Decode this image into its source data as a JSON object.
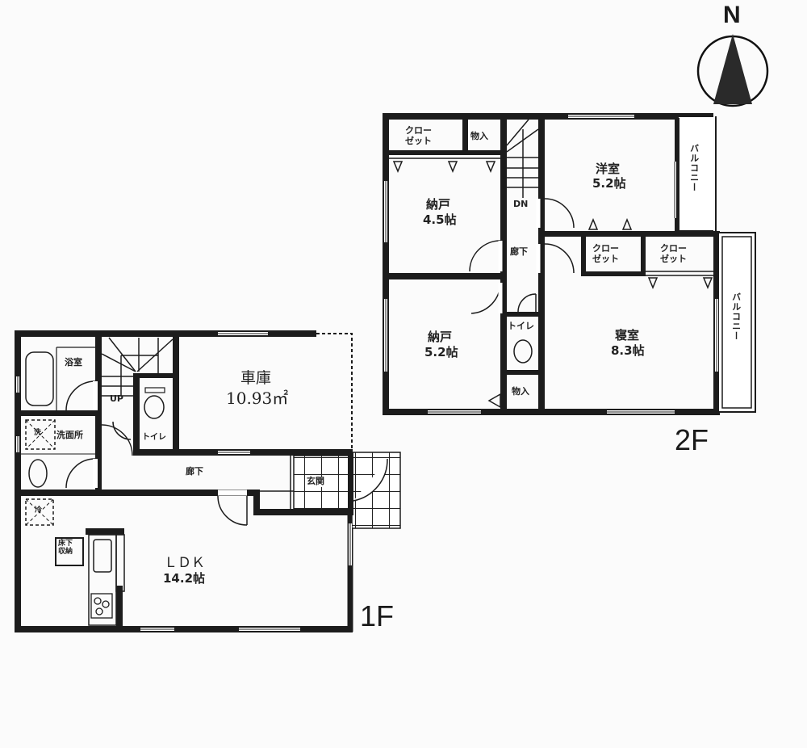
{
  "compass": {
    "label": "N",
    "icon": "north-arrow-icon"
  },
  "floors": {
    "first": {
      "label": "1F",
      "rooms": {
        "bath": "浴室",
        "washroom": "洗面所",
        "stairs_up": "UP",
        "toilet": "トイレ",
        "garage_name": "車庫",
        "garage_area": "10.93㎡",
        "hallway": "廊下",
        "entrance": "玄関",
        "ldk_name": "ＬＤＫ",
        "ldk_area": "14.2帖",
        "underfloor_storage": "床下\n収納",
        "fridge": "冷",
        "washer": "洗"
      }
    },
    "second": {
      "label": "2F",
      "rooms": {
        "closet_nw": "クロー\nゼット",
        "storage_n": "物入",
        "storeroom1_name": "納戸",
        "storeroom1_area": "4.5帖",
        "stairs_down": "DN",
        "hallway": "廊下",
        "western_name": "洋室",
        "western_area": "5.2帖",
        "balcony1": "バルコニー",
        "closet_mid": "クロー\nゼット",
        "closet_right": "クロー\nゼット",
        "storeroom2_name": "納戸",
        "storeroom2_area": "5.2帖",
        "toilet": "トイレ",
        "storage_s": "物入",
        "bedroom_name": "寝室",
        "bedroom_area": "8.3帖",
        "balcony2": "バルコニー"
      }
    }
  }
}
